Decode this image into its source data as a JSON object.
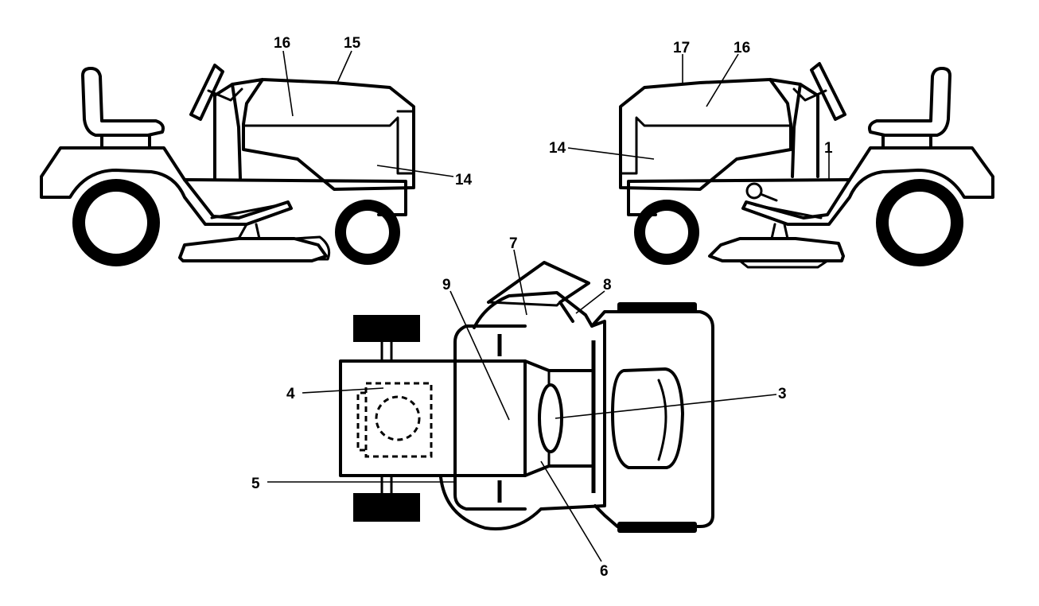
{
  "labels": {
    "left_16": "16",
    "left_15": "15",
    "left_14": "14",
    "right_17": "17",
    "right_16": "16",
    "right_14": "14",
    "right_1": "1",
    "top_7": "7",
    "top_8": "8",
    "top_9": "9",
    "top_4": "4",
    "top_3": "3",
    "top_5": "5",
    "top_6": "6"
  },
  "colors": {
    "line": "#000000",
    "background": "#ffffff"
  }
}
